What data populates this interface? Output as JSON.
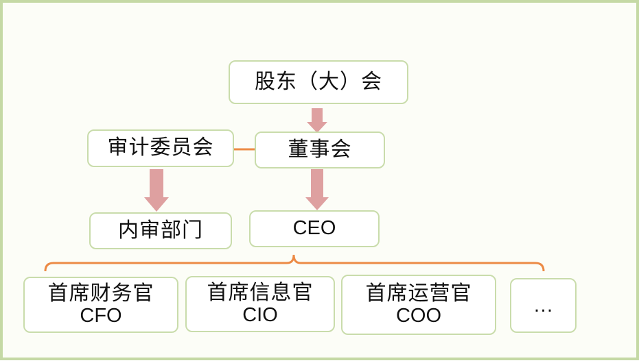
{
  "diagram": {
    "nodes": {
      "shareholders": "股东（大）会",
      "board": "董事会",
      "audit_committee": "审计委员会",
      "internal_audit": "内审部门",
      "ceo": "CEO",
      "cfo": {
        "cn": "首席财务官",
        "en": "CFO"
      },
      "cio": {
        "cn": "首席信息官",
        "en": "CIO"
      },
      "coo": {
        "cn": "首席运营官",
        "en": "COO"
      },
      "more": "…"
    },
    "colors": {
      "arrow": "#dea0a0",
      "connector": "#ec8a45",
      "node_border": "#c9dcab",
      "frame_border": "#c5d9a5"
    }
  }
}
